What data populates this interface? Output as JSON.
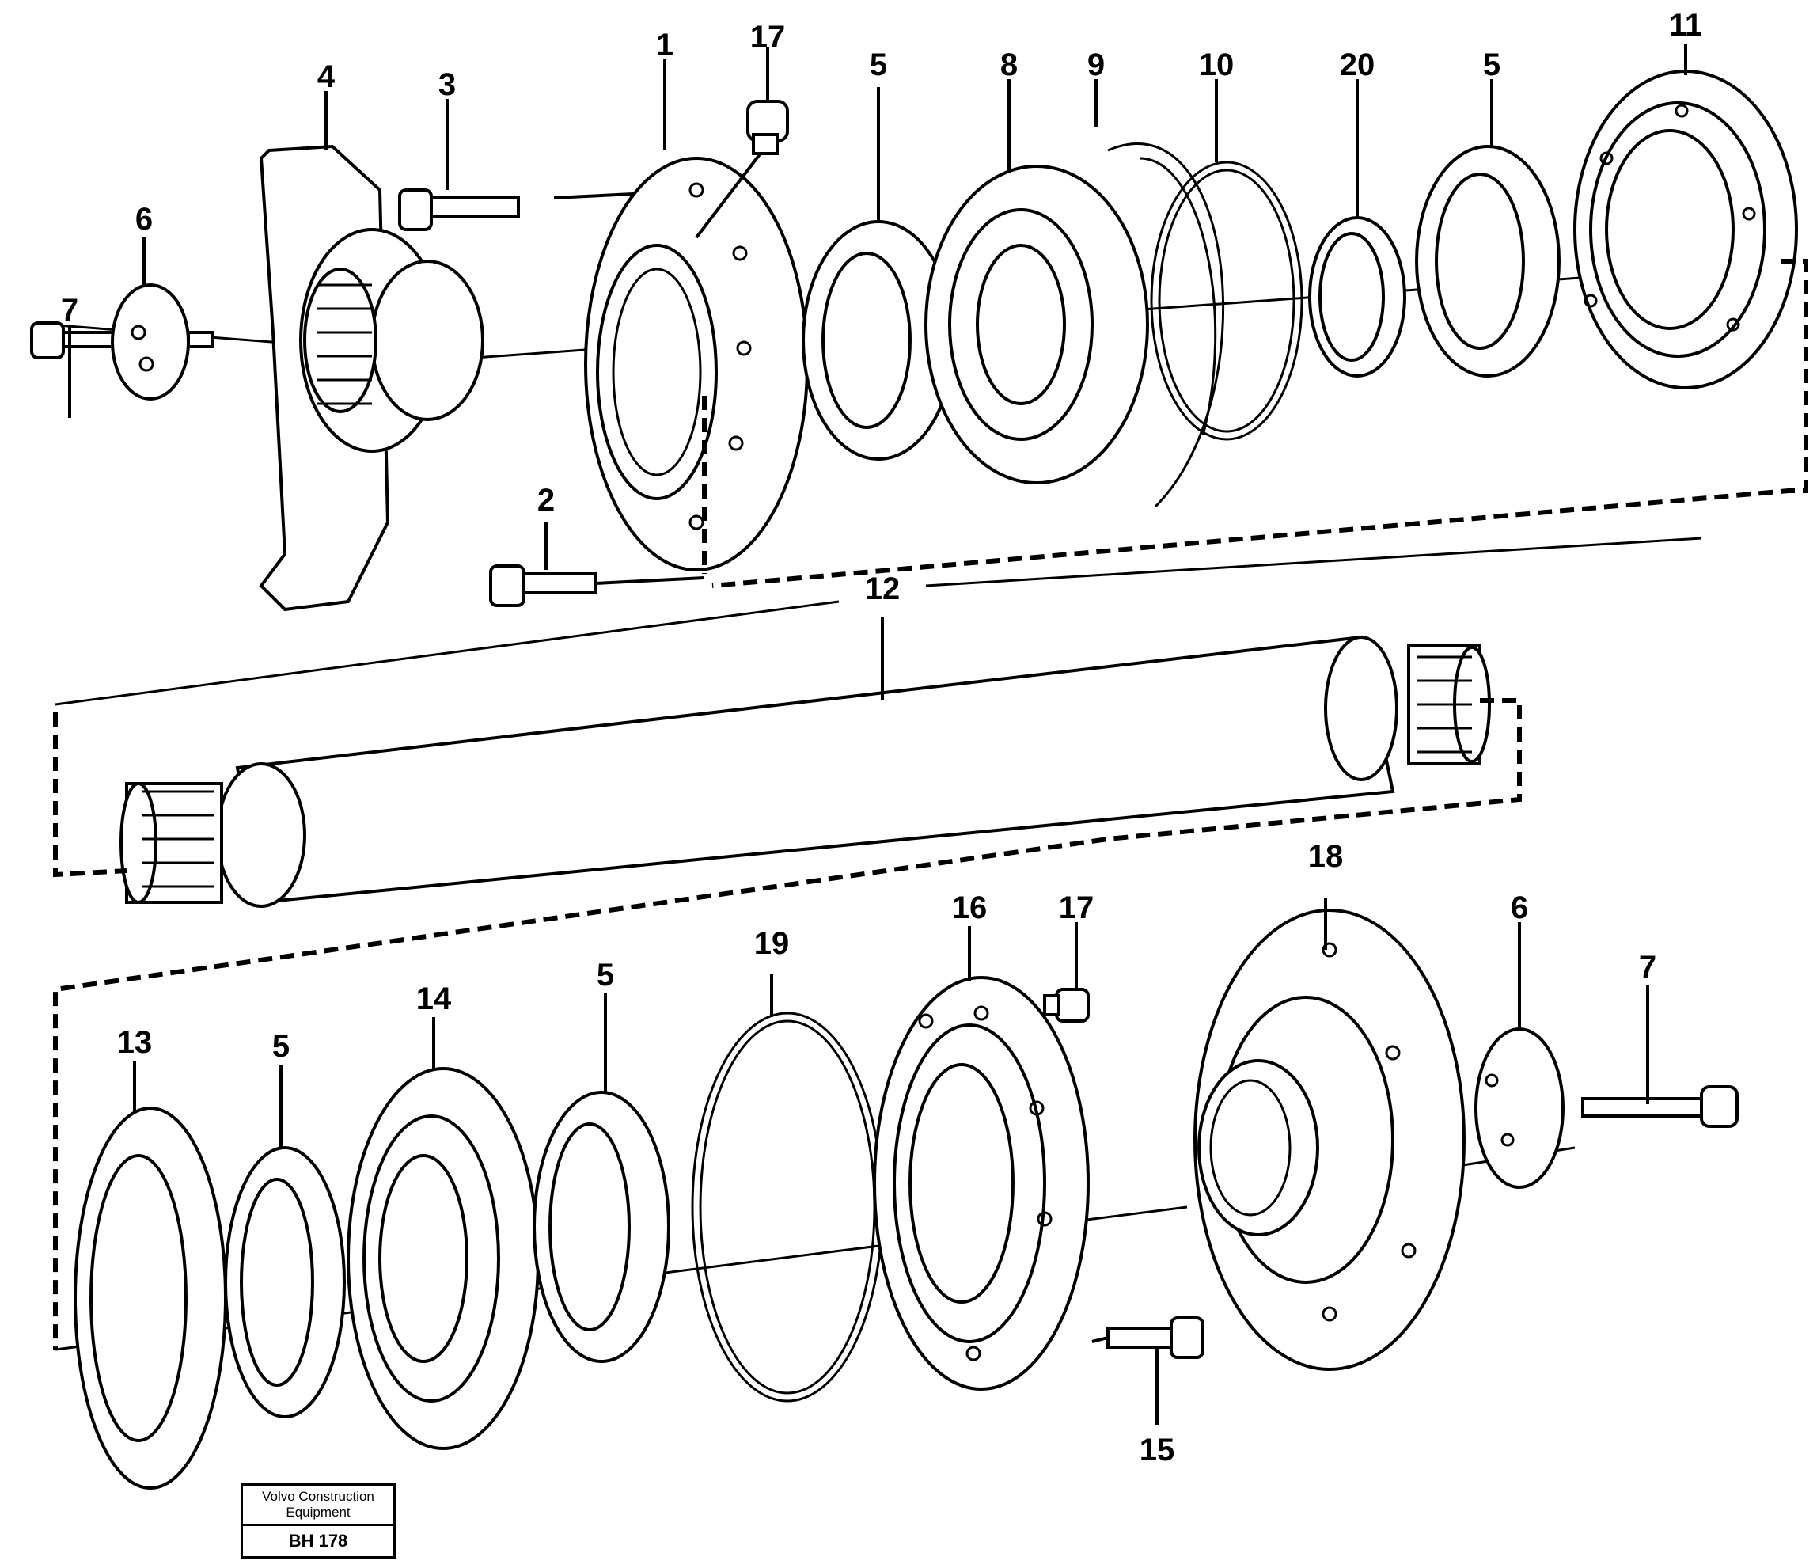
{
  "callouts": {
    "top": [
      "1",
      "2",
      "3",
      "4",
      "5",
      "6",
      "7",
      "8",
      "9",
      "10",
      "11",
      "17",
      "20",
      "5"
    ],
    "shaft": "12",
    "bottom": [
      "13",
      "5",
      "14",
      "5",
      "19",
      "16",
      "17",
      "18",
      "6",
      "7",
      "15"
    ]
  },
  "title_block": {
    "organization": "Volvo Construction Equipment",
    "code": "BH 178"
  }
}
